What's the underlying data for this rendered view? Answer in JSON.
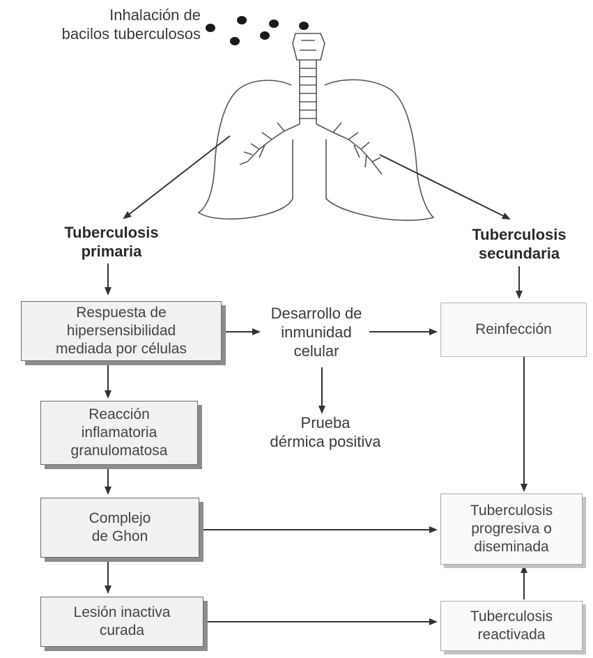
{
  "inhalation_label": [
    "Inhalación de",
    "bacilos tuberculosos"
  ],
  "left_branch": [
    "Tuberculosis",
    "primaria"
  ],
  "right_branch": [
    "Tuberculosis",
    "secundaria"
  ],
  "boxes": {
    "hypersensitivity": [
      "Respuesta de",
      "hipersensibilidad",
      "mediada por células"
    ],
    "inflammatory": [
      "Reacción",
      "inflamatoria",
      "granulomatosa"
    ],
    "ghon": [
      "Complejo",
      "de Ghon"
    ],
    "inactive": [
      "Lesión inactiva",
      "curada"
    ],
    "reinfection": [
      "Reinfección"
    ],
    "progressive": [
      "Tuberculosis",
      "progresiva o",
      "diseminada"
    ],
    "reactivated": [
      "Tuberculosis",
      "reactivada"
    ]
  },
  "immunity_label": [
    "Desarrollo de",
    "inmunidad",
    "celular"
  ],
  "skin_test_label": [
    "Prueba",
    "dérmica positiva"
  ]
}
